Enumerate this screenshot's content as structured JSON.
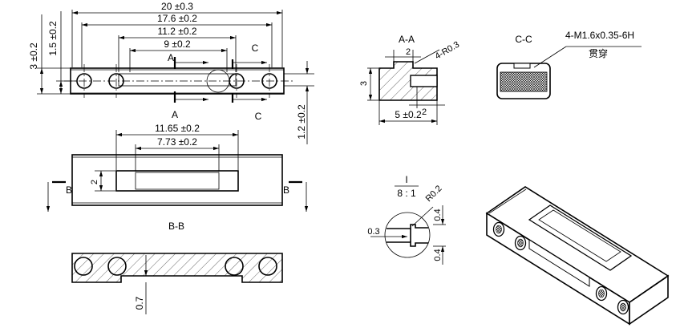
{
  "top_view": {
    "dims": {
      "overall_length": "20 ±0.3",
      "outer_hole_spacing": "17.6 ±0.2",
      "slot_length": "11.2 ±0.2",
      "inner_hole_spacing": "9 ±0.2",
      "height": "3 ±0.2",
      "hole_offset": "1.5 ±0.2",
      "slot_offset": "1.2 ±0.2"
    },
    "section_marks": {
      "a_top": "A",
      "a_bottom": "A",
      "c_top": "C",
      "c_bottom": "C"
    }
  },
  "side_view": {
    "dims": {
      "window_outer": "11.65 ±0.2",
      "window_inner": "7.73 ±0.2",
      "window_height": "2"
    },
    "section_marks": {
      "b_left": "B",
      "b_right": "B"
    }
  },
  "section_bb": {
    "title": "B-B",
    "dims": {
      "bottom_gap": "0.7"
    }
  },
  "section_aa": {
    "title": "A-A",
    "dims": {
      "slot_width": "2",
      "radius": "4-R0.3",
      "height": "3",
      "groove_width": "2",
      "width": "5 ±0.2"
    }
  },
  "section_cc": {
    "title": "C-C",
    "thread_spec": "4-M1.6x0.35-6H",
    "thread_note": "贯穿"
  },
  "detail_i": {
    "label": "I",
    "scale": "8 : 1",
    "dims": {
      "radius": "R0.2",
      "depth": "0.3",
      "height_top": "0.4",
      "height_bottom": "0.4"
    }
  }
}
